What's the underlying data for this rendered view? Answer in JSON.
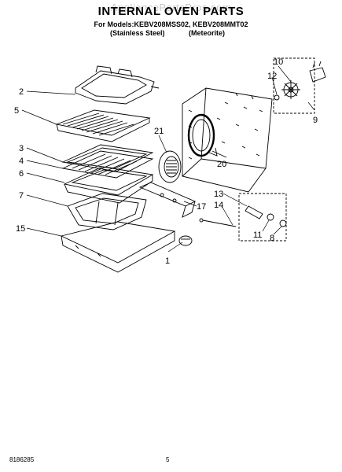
{
  "watermark": "AppliancePartsPros.com",
  "title": "INTERNAL OVEN PARTS",
  "models_line": "For Models:KEBV208MSS02, KEBV208MMT02",
  "finish_1": "(Stainless Steel)",
  "finish_2": "(Meteorite)",
  "callouts": [
    "1",
    "2",
    "3",
    "4",
    "5",
    "6",
    "7",
    "8",
    "9",
    "10",
    "11",
    "12",
    "13",
    "14",
    "15",
    "17",
    "20",
    "21"
  ],
  "footer": {
    "doc_number": "8186285",
    "page_number": "5"
  }
}
